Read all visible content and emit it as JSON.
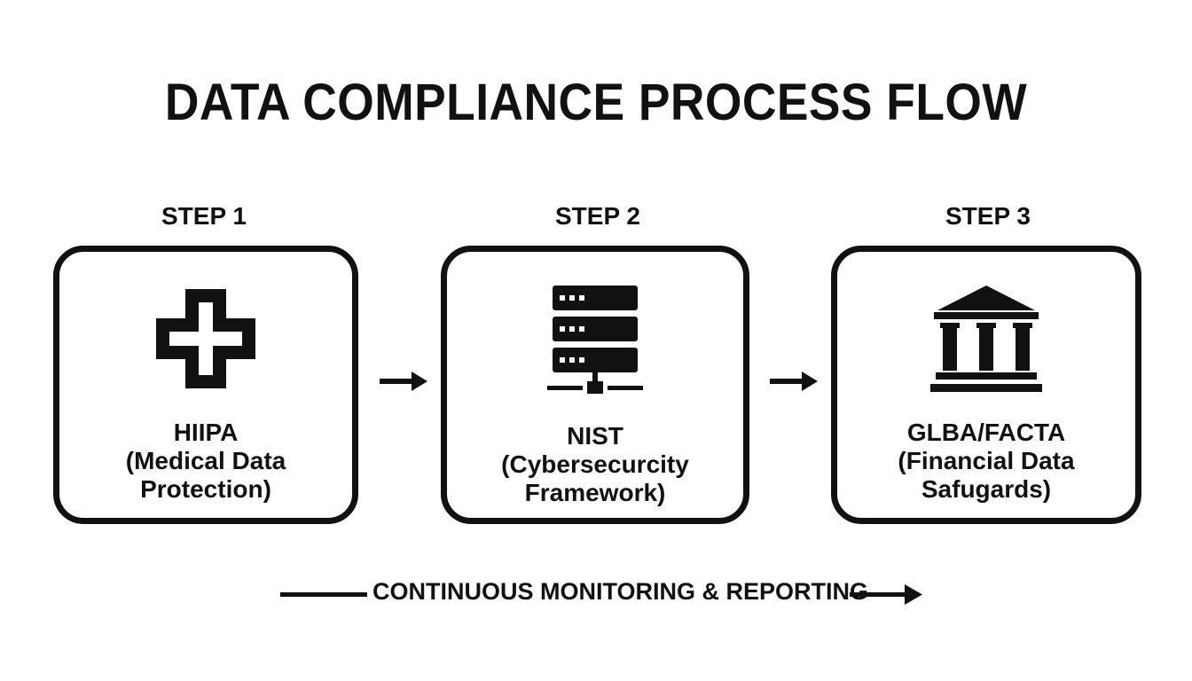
{
  "title": "DATA COMPLIANCE PROCESS FLOW",
  "steps": [
    {
      "label": "STEP 1",
      "icon": "medical-cross-icon",
      "name": "HIIPA",
      "desc_line1": "(Medical Data",
      "desc_line2": "Protection)"
    },
    {
      "label": "STEP 2",
      "icon": "server-rack-icon",
      "name": "NIST",
      "desc_line1": "(Cybersecurcity",
      "desc_line2": "Framework)"
    },
    {
      "label": "STEP 3",
      "icon": "bank-building-icon",
      "name": "GLBA/FACTA",
      "desc_line1": "(Financial Data",
      "desc_line2": "Safugards)"
    }
  ],
  "footer": {
    "text": "CONTINUOUS MONITORING & REPORTING"
  },
  "colors": {
    "ink": "#111111",
    "background": "#ffffff"
  }
}
